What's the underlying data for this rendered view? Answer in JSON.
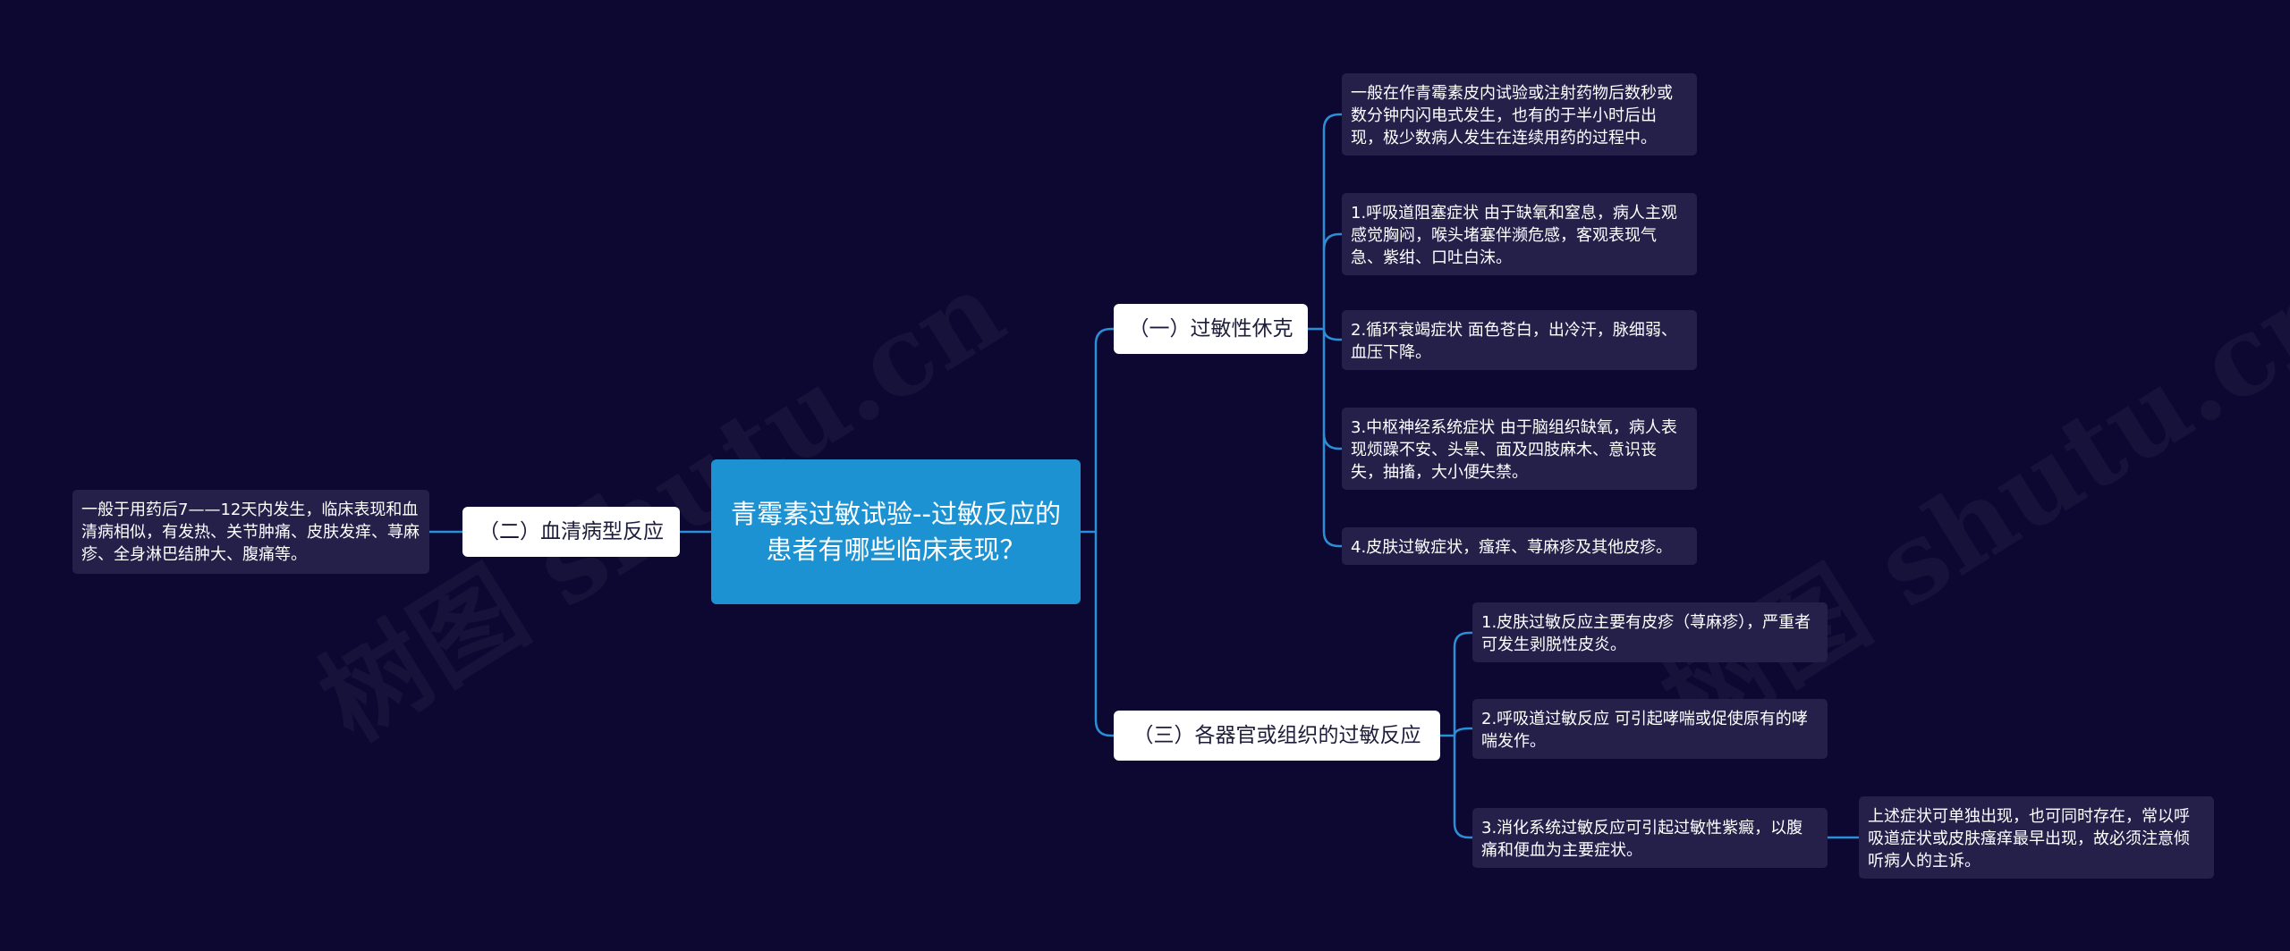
{
  "root": {
    "label": "青霉素过敏试验--过敏反应的患者有哪些临床表现？"
  },
  "watermark": "树图 shutu.cn",
  "colors": {
    "background": "#0c0832",
    "root": "#1c92d2",
    "branch": "#ffffff",
    "leaf": "#24204a",
    "link": "#2a8fd6"
  },
  "branches": [
    {
      "label": "（一）过敏性休克",
      "children": [
        "一般在作青霉素皮内试验或注射药物后数秒或数分钟内闪电式发生，也有的于半小时后出现，极少数病人发生在连续用药的过程中。",
        "1.呼吸道阻塞症状 由于缺氧和窒息，病人主观感觉胸闷，喉头堵塞伴濒危感，客观表现气急、紫绀、口吐白沫。",
        "2.循环衰竭症状 面色苍白，出冷汗，脉细弱、血压下降。",
        "3.中枢神经系统症状 由于脑组织缺氧，病人表现烦躁不安、头晕、面及四肢麻木、意识丧失，抽搐，大小便失禁。",
        "4.皮肤过敏症状，瘙痒、荨麻疹及其他皮疹。"
      ]
    },
    {
      "label": "（二）血清病型反应",
      "children": [
        "一般于用药后7——12天内发生，临床表现和血清病相似，有发热、关节肿痛、皮肤发痒、荨麻疹、全身淋巴结肿大、腹痛等。"
      ]
    },
    {
      "label": "（三）各器官或组织的过敏反应",
      "children": [
        "1.皮肤过敏反应主要有皮疹（荨麻疹），严重者可发生剥脱性皮炎。",
        "2.呼吸道过敏反应 可引起哮喘或促使原有的哮喘发作。",
        "3.消化系统过敏反应可引起过敏性紫癜，以腹痛和便血为主要症状。"
      ],
      "note": "上述症状可单独出现，也可同时存在，常以呼吸道症状或皮肤瘙痒最早出现，故必须注意倾听病人的主诉。"
    }
  ]
}
